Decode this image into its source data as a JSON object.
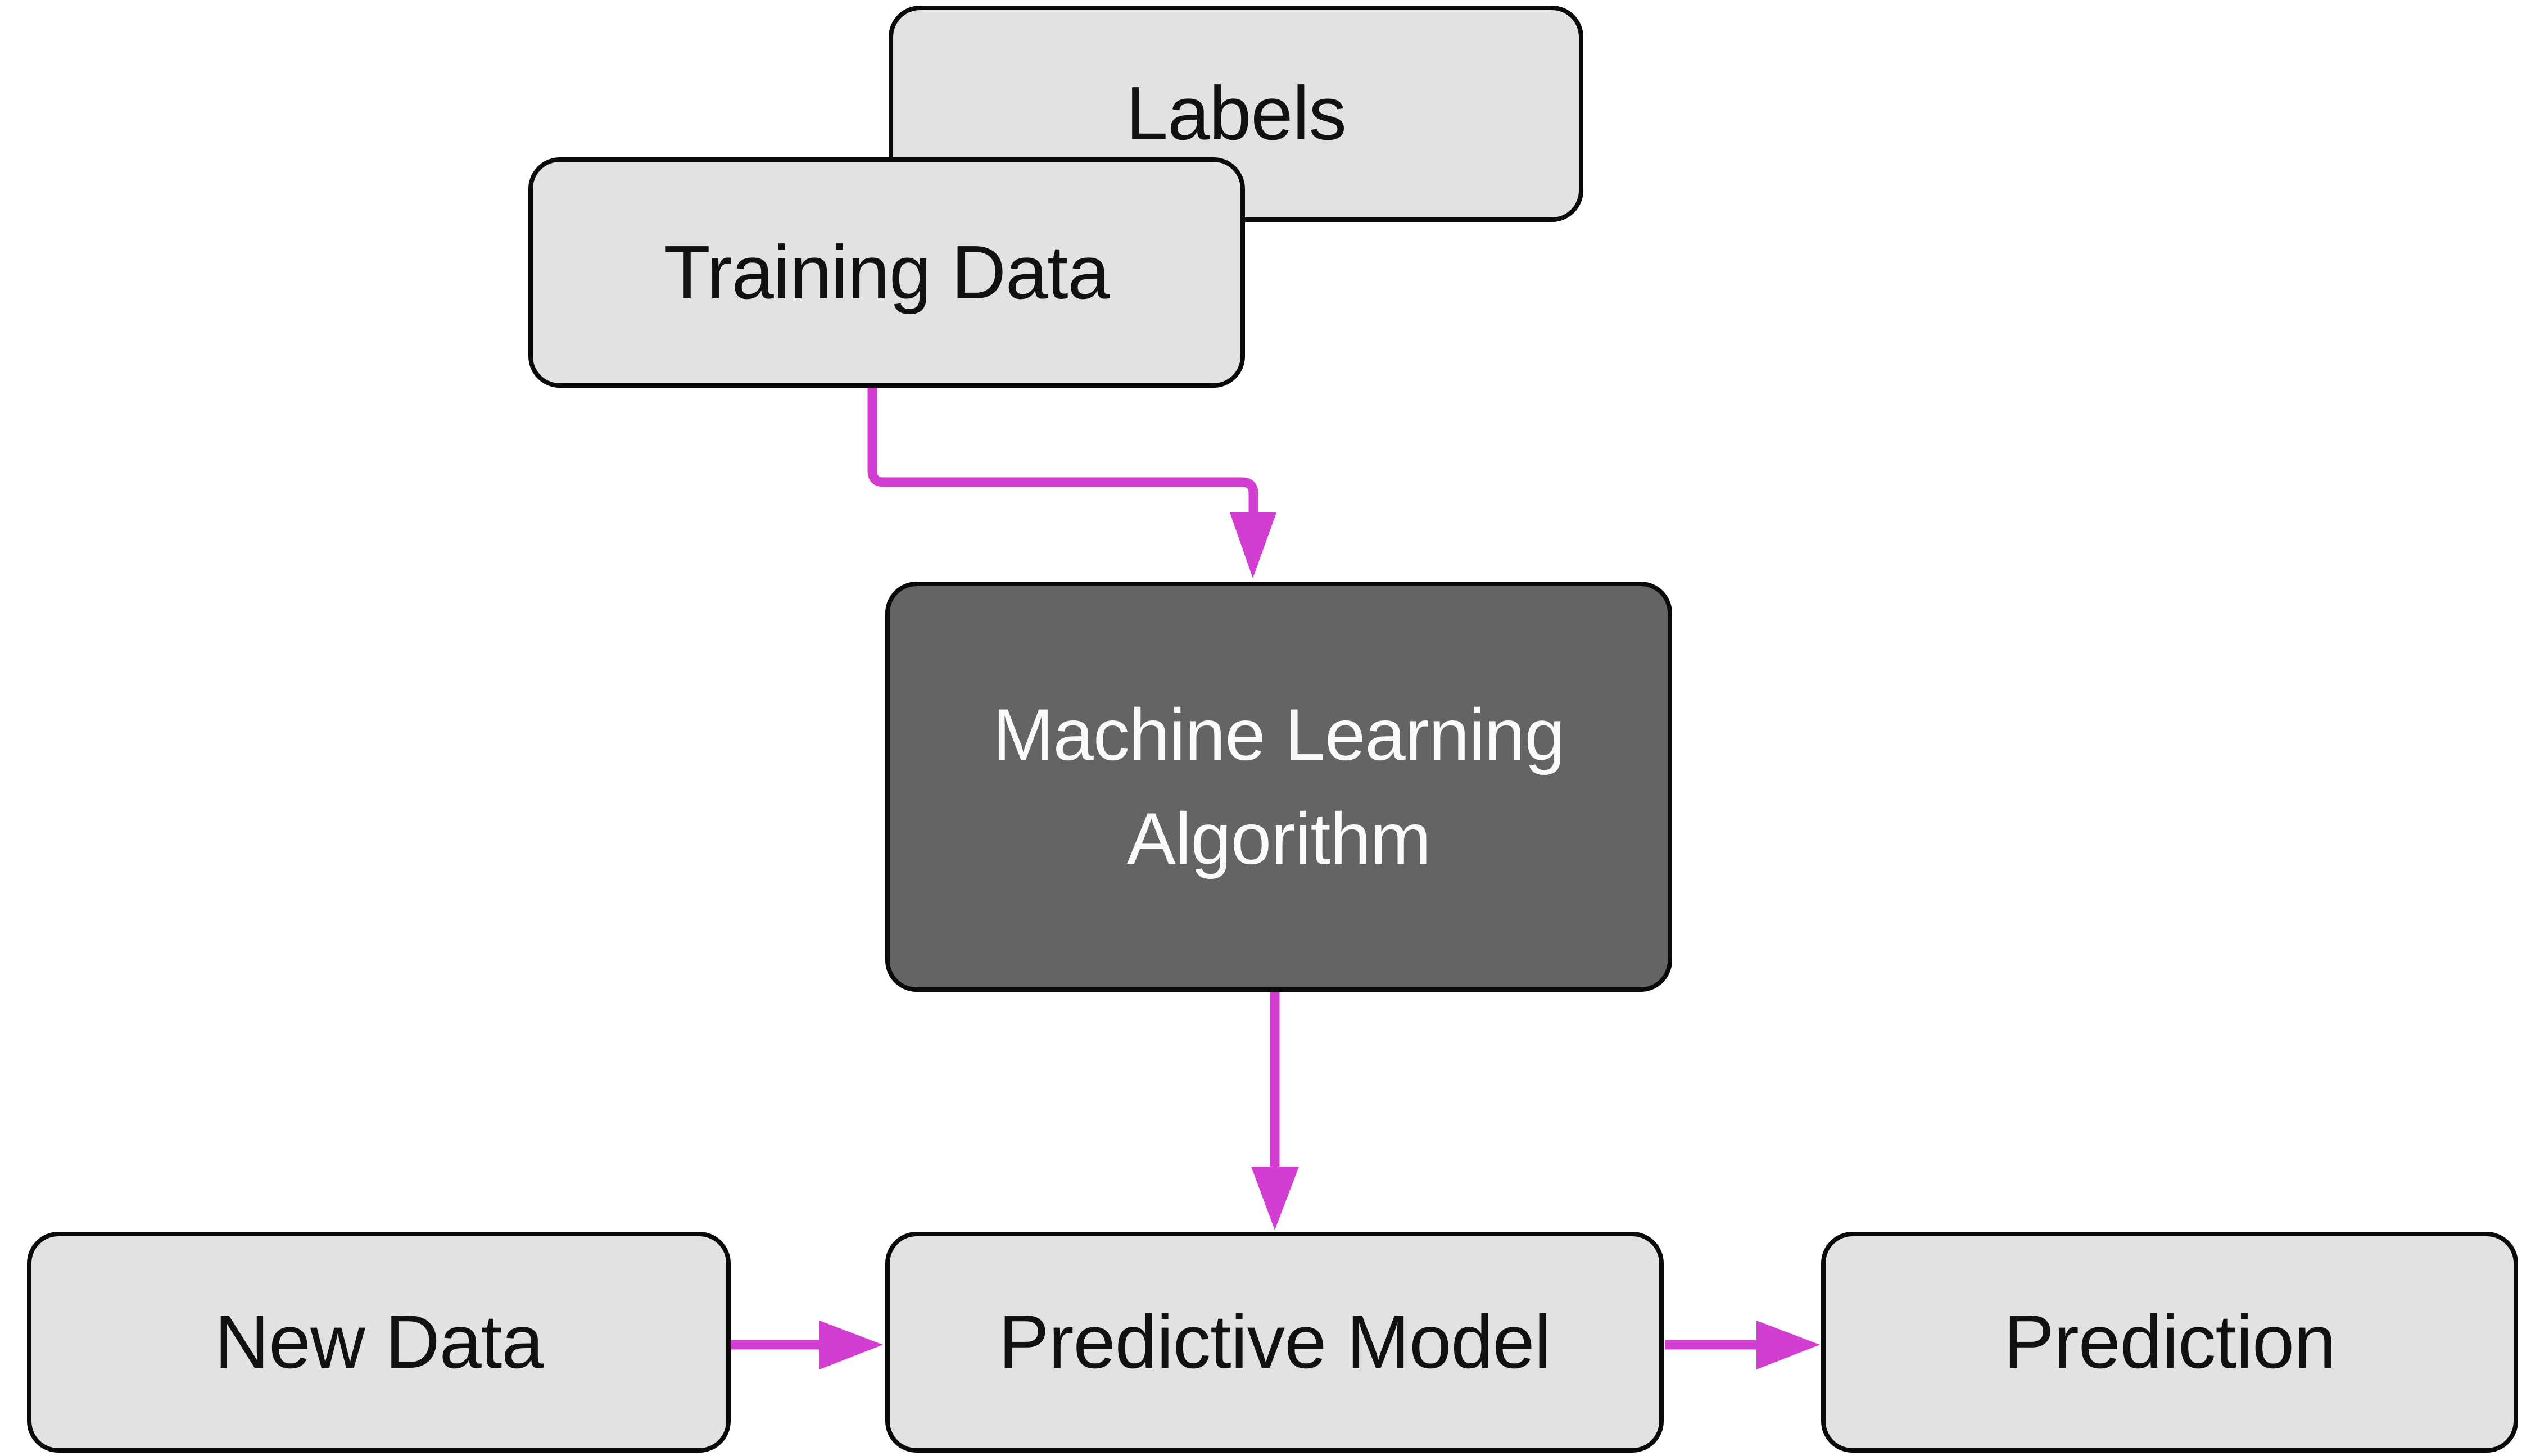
{
  "diagram": {
    "nodes": {
      "labels": {
        "label": "Labels"
      },
      "training_data": {
        "label": "Training Data"
      },
      "ml_algorithm": {
        "line1": "Machine Learning",
        "line2": "Algorithm"
      },
      "new_data": {
        "label": "New Data"
      },
      "predictive_model": {
        "label": "Predictive Model"
      },
      "prediction": {
        "label": "Prediction"
      }
    },
    "edges": [
      {
        "from": "Training Data",
        "to": "Machine Learning Algorithm",
        "style": "elbow"
      },
      {
        "from": "Machine Learning Algorithm",
        "to": "Predictive Model",
        "style": "straight-down"
      },
      {
        "from": "New Data",
        "to": "Predictive Model",
        "style": "straight-right"
      },
      {
        "from": "Predictive Model",
        "to": "Prediction",
        "style": "straight-right"
      }
    ],
    "colors": {
      "background": "#ffffff",
      "box_fill_light": "#e2e2e2",
      "box_fill_dark": "#646464",
      "box_border": "#0a0a0a",
      "arrow": "#d13ed1",
      "text_dark": "#111111",
      "text_light": "#fafafa"
    }
  }
}
